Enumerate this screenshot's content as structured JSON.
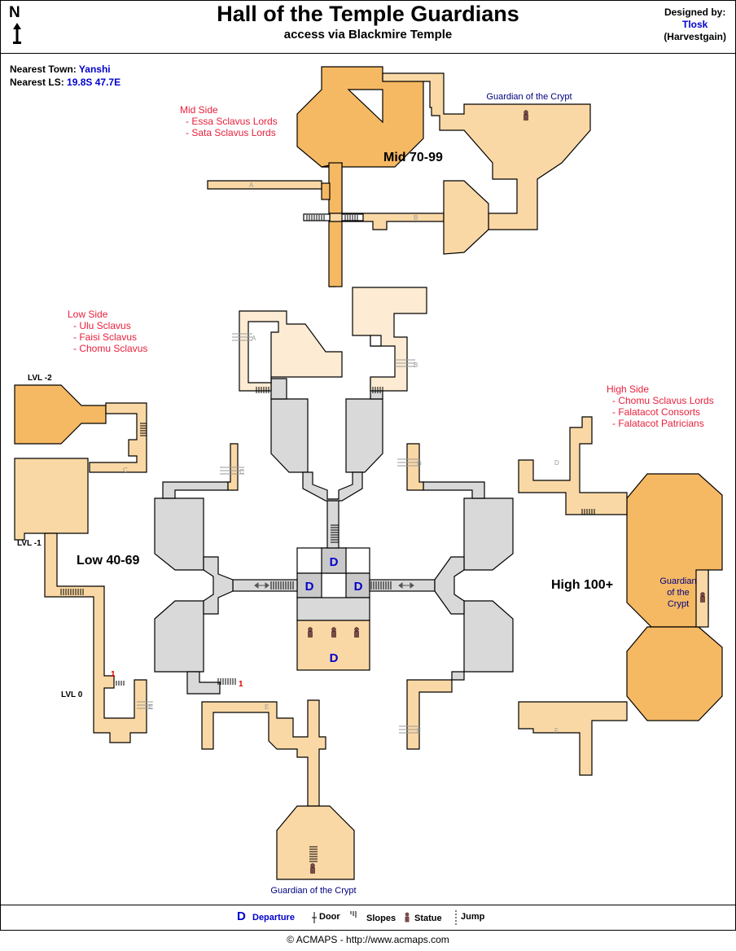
{
  "header": {
    "compass": "N",
    "title": "Hall of the Temple Guardians",
    "subtitle": "access via Blackmire Temple",
    "designed_by_label": "Designed by:",
    "designer_name": "Tlosk",
    "designer_server": "(Harvestgain)"
  },
  "info": {
    "nearest_town_label": "Nearest Town:",
    "nearest_town": "Yanshi",
    "nearest_ls_label": "Nearest LS:",
    "nearest_ls": "19.8S 47.7E"
  },
  "sections": {
    "mid": {
      "title": "Mid Side",
      "items": [
        "- Essa Sclavus Lords",
        "- Sata Sclavus Lords"
      ],
      "area": "Mid 70-99"
    },
    "low": {
      "title": "Low Side",
      "items": [
        "- Ulu Sclavus",
        "- Faisi Sclavus",
        "- Chomu Sclavus"
      ],
      "area": "Low 40-69"
    },
    "high": {
      "title": "High Side",
      "items": [
        "- Chomu Sclavus Lords",
        "- Falatacot Consorts",
        "- Falatacot Patricians"
      ],
      "area": "High 100+"
    }
  },
  "levels": {
    "lvl_minus2": "LVL -2",
    "lvl_minus1": "LVL -1",
    "lvl_0": "LVL 0"
  },
  "guardians": {
    "north": "Guardian of the Crypt",
    "south": "Guardian of the Crypt",
    "east": [
      "Guardian",
      "of the",
      "Crypt"
    ]
  },
  "markers": {
    "departure": "D",
    "jump_number": "1",
    "letters": [
      "A",
      "B",
      "C",
      "D",
      "E",
      "F"
    ]
  },
  "legend": {
    "departure": "Departure",
    "door": "Door",
    "slopes": "Slopes",
    "statue": "Statue",
    "jump": "Jump"
  },
  "footer": {
    "copyright": "© ACMAPS - http://www.acmaps.com"
  },
  "colors": {
    "dark_orange": "#f5b963",
    "light_orange": "#fad8a5",
    "pale_orange": "#fdebd3",
    "gray": "#d9d9d9",
    "outline": "#000000",
    "label_red": "#e8203c",
    "label_blue": "#0000cc"
  },
  "icons": [
    "north-arrow-icon",
    "statue-icon",
    "door-icon",
    "slope-icon",
    "jump-icon",
    "double-arrow-icon"
  ]
}
